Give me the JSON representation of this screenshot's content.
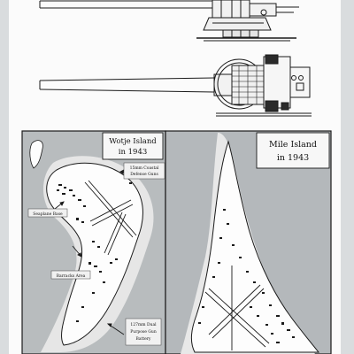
{
  "maps": {
    "wotje": {
      "title_line1": "Wotje Island",
      "title_line2": "in 1943",
      "labels": {
        "coastal_guns": [
          "15mm Coastal",
          "Defense Guns"
        ],
        "seaplane_base": "Seaplane Base",
        "barracks": "Barracks Area",
        "dual_purpose_battery": [
          "127mm Dual",
          "Purpose Gun",
          "Battery"
        ]
      }
    },
    "mile": {
      "title_line1": "Mile Island",
      "title_line2": "in 1943"
    }
  },
  "colors": {
    "sea": "#b8bcbe",
    "reef": "#e9e9e9",
    "land": "#fdfdfd",
    "ink": "#1a1a1a"
  },
  "icons": [
    "gun-side-elevation",
    "gun-top-plan",
    "pointer-arrow"
  ]
}
